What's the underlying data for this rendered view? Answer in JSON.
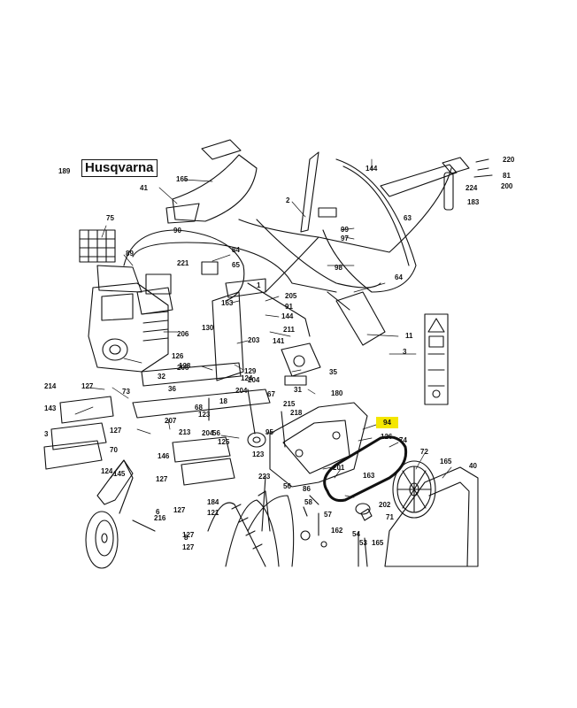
{
  "brand": "Husqvarna",
  "highlight": {
    "number": "94",
    "color": "#f4e600"
  },
  "part_numbers": [
    "189",
    "165",
    "41",
    "144",
    "2",
    "220",
    "81",
    "224",
    "200",
    "183",
    "63",
    "75",
    "90",
    "99",
    "97",
    "84",
    "89",
    "221",
    "98",
    "65",
    "64",
    "1",
    "163",
    "205",
    "91",
    "144",
    "206",
    "211",
    "203",
    "141",
    "11",
    "130",
    "126",
    "128",
    "129",
    "206",
    "32",
    "36",
    "204",
    "124",
    "67",
    "31",
    "35",
    "204",
    "214",
    "127",
    "73",
    "180",
    "3",
    "143",
    "215",
    "218",
    "68",
    "18",
    "123",
    "207",
    "213",
    "56",
    "95",
    "123",
    "127",
    "204",
    "146",
    "70",
    "125",
    "126",
    "74",
    "72",
    "165",
    "40",
    "3",
    "201",
    "145",
    "124",
    "223",
    "86",
    "163",
    "202",
    "71",
    "127",
    "184",
    "127",
    "127",
    "56",
    "58",
    "57",
    "162",
    "121",
    "6",
    "216",
    "127",
    "8",
    "54",
    "53",
    "165"
  ]
}
